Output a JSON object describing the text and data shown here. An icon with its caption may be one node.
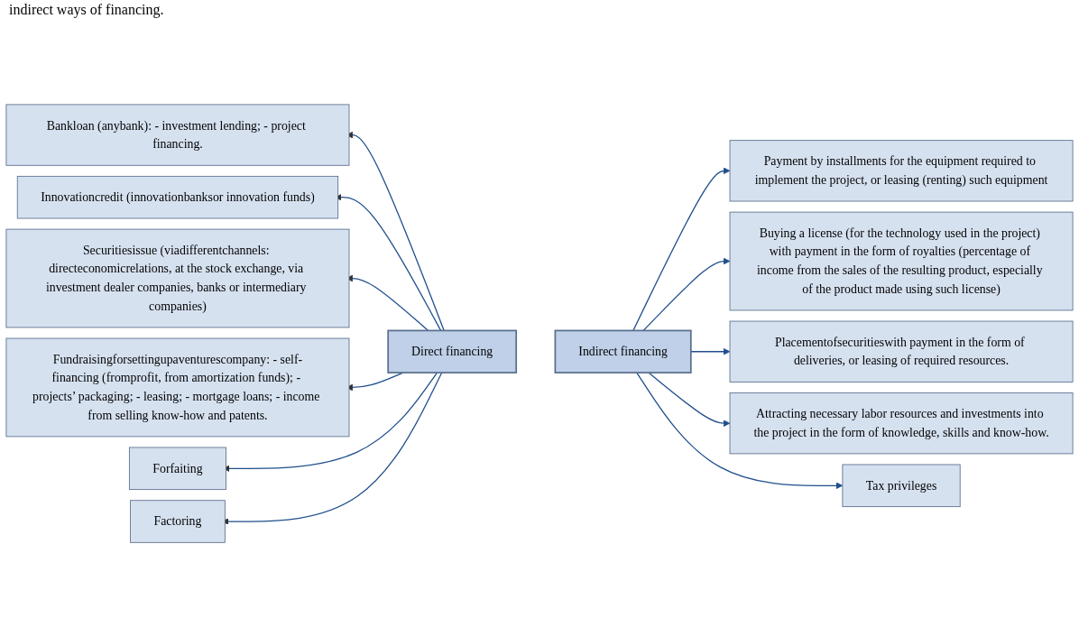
{
  "diagram": {
    "nodes": [
      {
        "text": [
          "Direct financing"
        ]
      },
      {
        "text": [
          "Indirect financing"
        ]
      },
      {
        "text": [
          "Bankloan (anybank): - investment lending; - project financing."
        ]
      },
      {
        "text": [
          "Innovationcredit (innovationbanksor innovation funds)"
        ]
      },
      {
        "text": [
          "Securitiesissue (viadifferentchannels: directeconomicrelations, at the stock exchange, via investment dealer companies, banks or intermediary companies)"
        ]
      },
      {
        "text": [
          "Fundraisingforsettingupaventurescompany: - self-financing (fromprofit, from amortization funds); - projects’ packaging; - leasing; - mortgage loans; - income from selling know-how and patents."
        ]
      },
      {
        "text": [
          "Forfaiting"
        ]
      },
      {
        "text": [
          "Factoring"
        ]
      },
      {
        "text": [
          "Payment by installments for the equipment required to implement the project, or leasing (renting) such equipment"
        ]
      },
      {
        "text": [
          "Buying a license (for the technology used in the project) with payment in the form of royalties (percentage of income from the sales of the resulting product, especially of the product made using such license)"
        ]
      },
      {
        "text": [
          "Placementofsecuritieswith payment in the form of deliveries, or leasing of required resources."
        ]
      },
      {
        "text": [
          "Attracting necessary labor resources and investments into the project in the form of knowledge, skills and know-how."
        ]
      },
      {
        "text": [
          "Tax privileges"
        ]
      }
    ],
    "edges": [
      {
        "from": 0,
        "to": 2,
        "arrow": "to"
      },
      {
        "from": 0,
        "to": 3,
        "arrow": "to"
      },
      {
        "from": 0,
        "to": 4,
        "arrow": "to"
      },
      {
        "from": 0,
        "to": 5,
        "arrow": "to"
      },
      {
        "from": 0,
        "to": 6,
        "arrow": "to"
      },
      {
        "from": 0,
        "to": 7,
        "arrow": "to"
      },
      {
        "from": 1,
        "to": 8,
        "arrow": "to"
      },
      {
        "from": 1,
        "to": 9,
        "arrow": "to"
      },
      {
        "from": 1,
        "to": 10,
        "arrow": "to"
      },
      {
        "from": 1,
        "to": 11,
        "arrow": "to"
      },
      {
        "from": 1,
        "to": 12,
        "arrow": "to"
      }
    ],
    "labels": [
      "indirect ways of financing."
    ]
  }
}
